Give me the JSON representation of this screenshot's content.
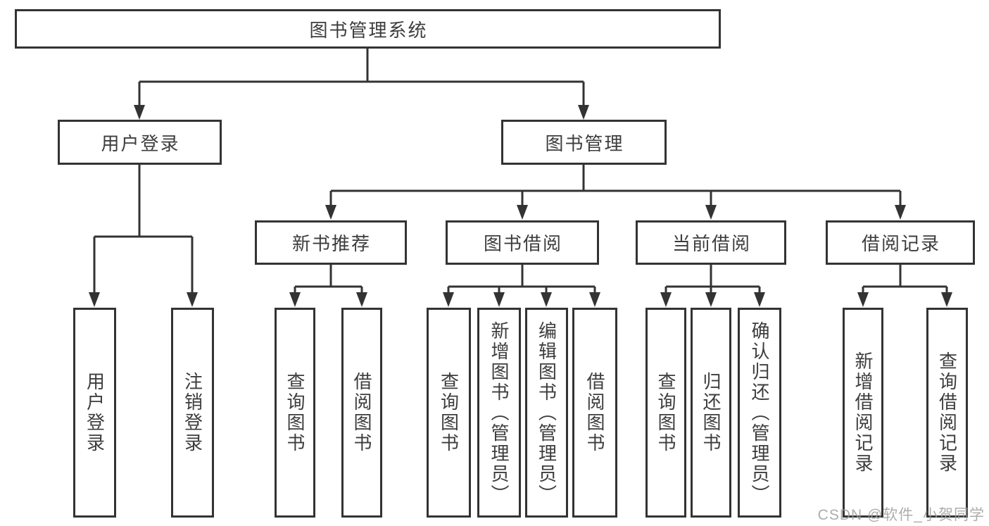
{
  "tree": {
    "root": "图书管理系统",
    "branches": [
      {
        "label": "用户登录",
        "leaves": [
          "用户登录",
          "注销登录"
        ]
      },
      {
        "label": "图书管理",
        "groups": [
          {
            "label": "新书推荐",
            "leaves": [
              "查询图书",
              "借阅图书"
            ]
          },
          {
            "label": "图书借阅",
            "leaves": [
              "查询图书",
              "新增图书（管理员）",
              "编辑图书（管理员）",
              "借阅图书"
            ]
          },
          {
            "label": "当前借阅",
            "leaves": [
              "查询图书",
              "归还图书",
              "确认归还（管理员）"
            ]
          },
          {
            "label": "借阅记录",
            "leaves": [
              "新增借阅记录",
              "查询借阅记录"
            ]
          }
        ]
      }
    ]
  },
  "watermark": "CSDN @软件_小贺同学",
  "colors": {
    "line": "#333333",
    "box_fill": "#ffffff",
    "text": "#3d3d3d",
    "watermark_text": "#9e9e9e"
  }
}
